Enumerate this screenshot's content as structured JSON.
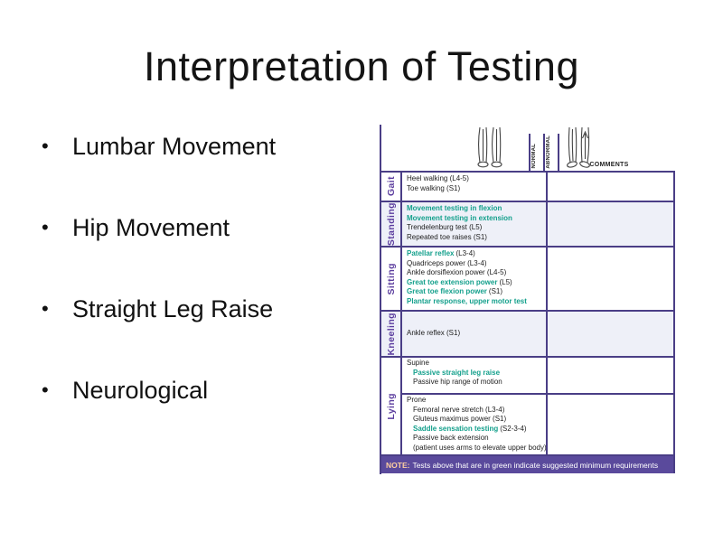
{
  "slide": {
    "title": "Interpretation of Testing",
    "bullet_char": "•",
    "bullets": [
      "Lumbar Movement",
      "Hip Movement",
      "Straight Leg Raise",
      "Neurological"
    ]
  },
  "table": {
    "header": {
      "normal_label": "NORMAL",
      "abnormal_label": "ABNORMAL",
      "comments_label": "COMMENTS"
    },
    "sections": [
      {
        "label": "Gait",
        "tests": [
          {
            "text": "Heel walking (L4-5)"
          },
          {
            "text": "Toe walking (S1)"
          }
        ]
      },
      {
        "label": "Standing",
        "tests": [
          {
            "text": "Movement testing in flexion",
            "green": true
          },
          {
            "text": "Movement testing in extension",
            "green": true
          },
          {
            "text": "Trendelenburg test (L5)"
          },
          {
            "text": "Repeated toe raises (S1)"
          }
        ]
      },
      {
        "label": "Sitting",
        "tests": [
          {
            "text": "Patellar reflex",
            "suffix": "(L3-4)",
            "green": true
          },
          {
            "text": "Quadriceps power (L3-4)"
          },
          {
            "text": "Ankle dorsiflexion power (L4-5)"
          },
          {
            "text": "Great toe extension power",
            "suffix": "(L5)",
            "green": true
          },
          {
            "text": "Great toe flexion power",
            "suffix": "(S1)",
            "green": true
          },
          {
            "text": "Plantar response, upper motor test",
            "green": true
          }
        ]
      },
      {
        "label": "Kneeling",
        "tests": [
          {
            "text": "Ankle reflex (S1)"
          }
        ]
      },
      {
        "label": "Lying",
        "supine": {
          "header": "Supine",
          "tests": [
            {
              "text": "Passive straight leg raise",
              "green": true
            },
            {
              "text": "Passive hip range of motion"
            }
          ]
        },
        "prone": {
          "header": "Prone",
          "tests": [
            {
              "text": "Femoral nerve stretch (L3-4)"
            },
            {
              "text": "Gluteus maximus power (S1)"
            },
            {
              "text": "Saddle sensation testing",
              "suffix": "(S2-3-4)",
              "green": true
            },
            {
              "text": "Passive back extension"
            },
            {
              "text": "(patient uses arms to elevate upper body)"
            }
          ]
        }
      }
    ],
    "note": {
      "label": "NOTE:",
      "text": "Tests above that are in green indicate suggested minimum requirements"
    },
    "colors": {
      "border": "#4a3e86",
      "note_bg": "#5a4a9c",
      "green": "#14a08c",
      "position_label": "#5b3d9e",
      "shaded_row": "#eef0f8",
      "note_label": "#ffd0a0"
    }
  }
}
